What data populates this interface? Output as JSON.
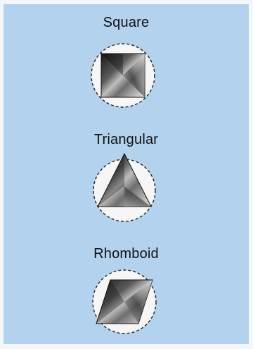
{
  "figure": {
    "panel_color": "#b3d2ee",
    "circle_fill": "#f6f6f6",
    "shapes": [
      {
        "label": "Square",
        "shape": "square",
        "icon": "square-prism-icon"
      },
      {
        "label": "Triangular",
        "shape": "triangle",
        "icon": "triangular-prism-icon"
      },
      {
        "label": "Rhomboid",
        "shape": "rhombus",
        "icon": "rhomboid-prism-icon"
      }
    ]
  }
}
